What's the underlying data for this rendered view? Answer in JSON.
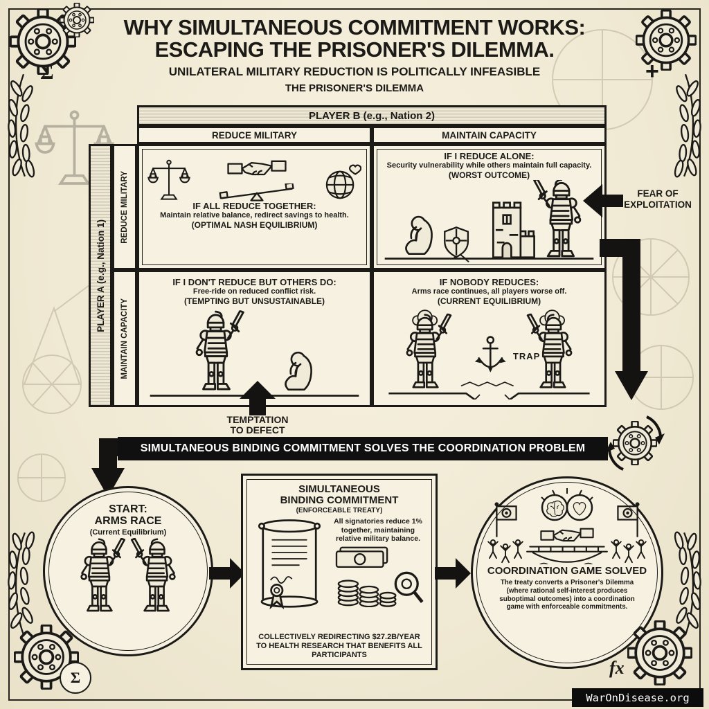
{
  "page": {
    "watermark": "WarOnDisease.org"
  },
  "colors": {
    "ink": "#1b1a17",
    "paper": "#f2ecdb",
    "banner_bg": "#101010",
    "banner_text": "#ffffff"
  },
  "header": {
    "title1": "WHY SIMULTANEOUS COMMITMENT WORKS:",
    "title2": "ESCAPING THE PRISONER'S DILEMMA.",
    "subtitle": "UNILATERAL MILITARY REDUCTION IS POLITICALLY INFEASIBLE",
    "section_title": "THE PRISONER'S DILEMMA"
  },
  "matrix": {
    "player_b": "PLAYER B (e.g., Nation 2)",
    "player_a": "PLAYER A (e.g., Nation 1)",
    "col1": "REDUCE MILITARY",
    "col2": "MAINTAIN CAPACITY",
    "row1": "REDUCE MILITARY",
    "row2": "MAINTAIN CAPACITY",
    "cell_rr": {
      "title": "IF ALL REDUCE TOGETHER:",
      "body": "Maintain relative balance, redirect savings to health.",
      "tag": "(OPTIMAL NASH EQUILIBRIUM)"
    },
    "cell_rm": {
      "title": "IF I REDUCE ALONE:",
      "body": "Security vulnerability while others maintain full capacity.",
      "tag": "(WORST OUTCOME)"
    },
    "cell_mr": {
      "title": "IF I DON'T REDUCE BUT OTHERS DO:",
      "body": "Free-ride on reduced conflict risk.",
      "tag": "(TEMPTING BUT UNSUSTAINABLE)"
    },
    "cell_mm": {
      "title": "IF NOBODY REDUCES:",
      "body": "Arms race continues, all players worse off.",
      "tag": "(CURRENT EQUILIBRIUM)",
      "trap": "TRAP"
    }
  },
  "annotations": {
    "fear1": "FEAR OF",
    "fear2": "EXPLOITATION",
    "tempt1": "TEMPTATION",
    "tempt2": "TO DEFECT"
  },
  "banner": {
    "text": "SIMULTANEOUS BINDING COMMITMENT SOLVES THE COORDINATION PROBLEM"
  },
  "flow": {
    "start": {
      "line1": "START:",
      "line2": "ARMS RACE",
      "line3": "(Current Equilibrium)"
    },
    "treaty": {
      "title1": "SIMULTANEOUS",
      "title2": "BINDING COMMITMENT",
      "subtitle": "(ENFORCEABLE TREATY)",
      "body": "All signatories reduce 1% together, maintaining relative military balance.",
      "footer": "COLLECTIVELY REDIRECTING $27.2B/YEAR TO HEALTH RESEARCH THAT BENEFITS ALL PARTICIPANTS"
    },
    "solved": {
      "title": "COORDINATION GAME SOLVED",
      "body": "The treaty converts a Prisoner's Dilemma (where rational self-interest produces suboptimal outcomes) into a coordination game with enforceable commitments."
    }
  },
  "symbols": {
    "sigma": "Σ",
    "plus": "+",
    "fx": "fx"
  },
  "icons": {
    "corners": [
      "gear-icon",
      "laurel-branch-icon"
    ],
    "cell_rr": [
      "balance-scales-icon",
      "handshake-icon",
      "globe-heart-icon",
      "seesaw-icon"
    ],
    "cell_rm": [
      "crouching-figure-icon",
      "shield-icon",
      "castle-icon",
      "knight-icon"
    ],
    "cell_mr": [
      "knight-icon",
      "crouching-figure-icon"
    ],
    "cell_mm": [
      "mushroom-cloud-icon",
      "knight-icon",
      "anchor-icon"
    ],
    "treaty": [
      "scroll-icon",
      "money-stack-icon",
      "magnifier-icon"
    ],
    "solved": [
      "brain-icon",
      "heart-icon",
      "flag-icon",
      "handshake-icon",
      "bridge-icon",
      "cheering-crowd-icon"
    ],
    "start": [
      "knight-icon"
    ]
  }
}
